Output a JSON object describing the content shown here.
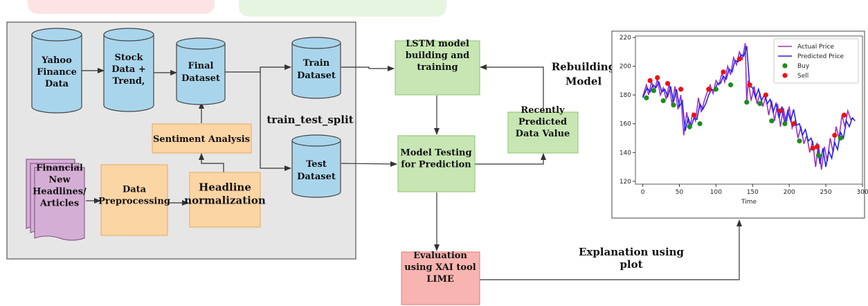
{
  "diagram": {
    "nodes": {
      "yahoo": [
        "Yahoo",
        "Finance",
        "Data"
      ],
      "stock": [
        "Stock",
        "Data +",
        "Trend,"
      ],
      "final": [
        "Final",
        "Dataset"
      ],
      "train": [
        "Train",
        "Dataset"
      ],
      "test": [
        "Test",
        "Dataset"
      ],
      "news": [
        "Financial",
        "New",
        "Headlines/",
        "Articles"
      ],
      "preproc": [
        "Data",
        "Preprocessing"
      ],
      "headline": [
        "Headline",
        "normalization"
      ],
      "sentiment": [
        "Sentiment Analysis"
      ],
      "lstm": [
        "LSTM model",
        "building and",
        "training"
      ],
      "testing": [
        "Model Testing",
        "for Prediction"
      ],
      "recent": [
        "Recently",
        "Predicted",
        "Data Value"
      ],
      "lime": [
        "Evaluation",
        "using XAI tool",
        "LIME"
      ]
    },
    "labels": {
      "split": "train_test_split",
      "rebuild": [
        "Rebuilding",
        "Model"
      ],
      "explain": [
        "Explanation using",
        "plot"
      ]
    },
    "colors": {
      "cylinder": "#a9d5ec",
      "orange_box": "#fcd5a4",
      "green_box": "#c7e6b4",
      "red_box": "#f8b4b0",
      "doc": "#d5aed5",
      "panel": "#e6e6e6"
    }
  },
  "chart_data": {
    "type": "line",
    "xlabel": "Time",
    "ylabel": "",
    "xlim": [
      -10,
      300
    ],
    "ylim": [
      118,
      221
    ],
    "xticks": [
      0,
      50,
      100,
      150,
      200,
      250,
      300
    ],
    "yticks": [
      120,
      140,
      160,
      180,
      200,
      220
    ],
    "legend_position": "top-right",
    "series": [
      {
        "name": "Actual Price",
        "color": "#9b30c0",
        "kind": "line",
        "x": [
          0,
          5,
          8,
          12,
          16,
          20,
          24,
          28,
          32,
          36,
          40,
          44,
          48,
          52,
          56,
          60,
          64,
          68,
          72,
          76,
          80,
          84,
          88,
          92,
          96,
          100,
          104,
          108,
          112,
          116,
          120,
          124,
          128,
          132,
          136,
          140,
          142,
          144,
          148,
          152,
          156,
          160,
          164,
          168,
          172,
          176,
          180,
          184,
          188,
          192,
          196,
          200,
          204,
          208,
          212,
          216,
          220,
          224,
          228,
          232,
          236,
          240,
          244,
          248,
          252,
          256,
          260,
          264,
          268,
          272,
          276,
          280,
          284,
          288
        ],
        "y": [
          179,
          187,
          180,
          189,
          183,
          191,
          180,
          185,
          177,
          188,
          173,
          186,
          170,
          180,
          152,
          168,
          156,
          167,
          162,
          178,
          168,
          176,
          182,
          187,
          181,
          190,
          187,
          195,
          189,
          200,
          194,
          206,
          201,
          210,
          205,
          216,
          175,
          190,
          176,
          186,
          174,
          181,
          172,
          179,
          166,
          176,
          162,
          174,
          158,
          171,
          160,
          172,
          157,
          162,
          150,
          158,
          146,
          152,
          140,
          148,
          130,
          146,
          128,
          144,
          134,
          150,
          140,
          158,
          150,
          166,
          158,
          169,
          163,
          164
        ]
      },
      {
        "name": "Predicted Price",
        "color": "#2222ee",
        "kind": "line",
        "x": [
          0,
          6,
          10,
          14,
          18,
          22,
          26,
          30,
          34,
          38,
          42,
          46,
          50,
          54,
          58,
          62,
          66,
          70,
          74,
          78,
          82,
          86,
          90,
          94,
          98,
          102,
          106,
          110,
          114,
          118,
          122,
          126,
          130,
          134,
          138,
          142,
          146,
          150,
          154,
          158,
          162,
          166,
          170,
          174,
          178,
          182,
          186,
          190,
          194,
          198,
          202,
          206,
          210,
          214,
          218,
          222,
          226,
          230,
          234,
          238,
          242,
          246,
          250,
          254,
          258,
          262,
          266,
          270,
          274,
          278,
          282,
          286,
          290
        ],
        "y": [
          178,
          185,
          182,
          187,
          185,
          189,
          182,
          184,
          179,
          186,
          175,
          184,
          172,
          176,
          155,
          164,
          158,
          164,
          163,
          174,
          170,
          174,
          180,
          184,
          183,
          188,
          188,
          193,
          191,
          198,
          196,
          204,
          203,
          208,
          207,
          214,
          186,
          185,
          178,
          184,
          176,
          180,
          174,
          177,
          168,
          174,
          164,
          172,
          160,
          169,
          162,
          170,
          159,
          160,
          152,
          156,
          148,
          150,
          142,
          146,
          132,
          143,
          130,
          141,
          136,
          147,
          142,
          154,
          150,
          162,
          158,
          164,
          162
        ]
      },
      {
        "name": "Buy",
        "color": "#1a8f1a",
        "kind": "scatter",
        "x": [
          5,
          15,
          28,
          42,
          64,
          78,
          100,
          120,
          142,
          160,
          176,
          194,
          214,
          240,
          270
        ],
        "y": [
          178,
          183,
          176,
          173,
          158,
          160,
          184,
          187,
          175,
          174,
          162,
          160,
          148,
          138,
          150
        ]
      },
      {
        "name": "Sell",
        "color": "#ee1111",
        "kind": "scatter",
        "x": [
          10,
          20,
          34,
          52,
          70,
          90,
          110,
          132,
          146,
          168,
          188,
          206,
          232,
          238,
          262,
          275
        ],
        "y": [
          190,
          192,
          188,
          184,
          166,
          184,
          196,
          205,
          187,
          180,
          169,
          160,
          143,
          144,
          152,
          166
        ]
      }
    ]
  }
}
